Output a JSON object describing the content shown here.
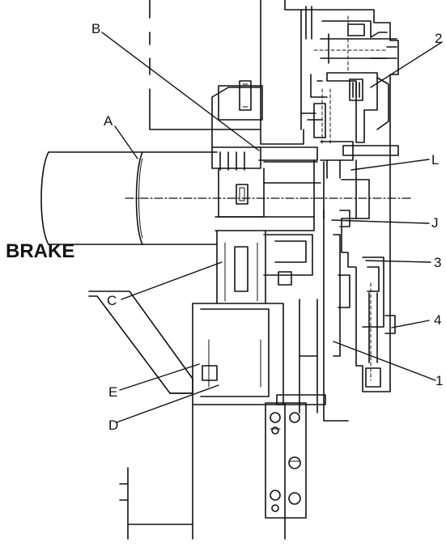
{
  "diagram": {
    "title": "BRAKE",
    "callouts": {
      "B": "B",
      "A": "A",
      "C": "C",
      "E": "E",
      "D": "D",
      "n2": "2",
      "L": "L",
      "J": "J",
      "n3": "3",
      "n4": "4",
      "n1": "1"
    }
  }
}
